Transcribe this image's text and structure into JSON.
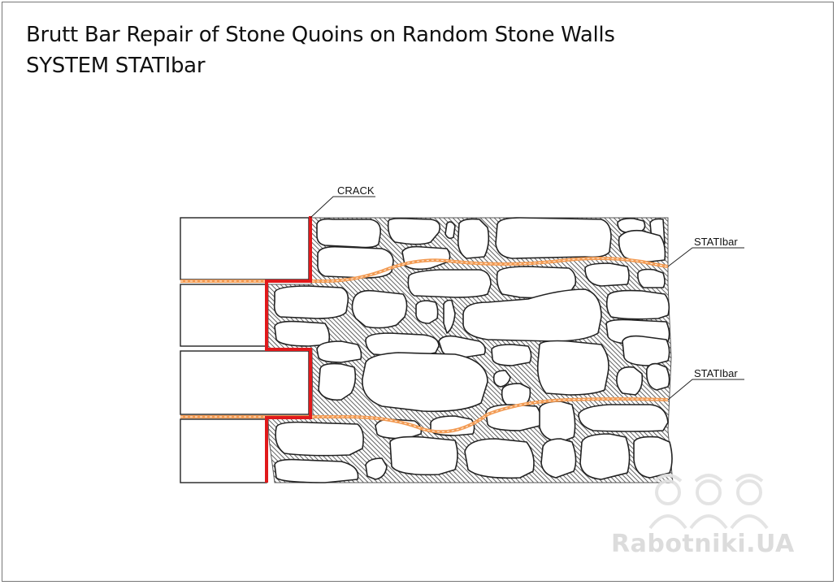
{
  "title": "Brutt Bar Repair of Stone Quoins on Random Stone Walls",
  "subtitle": "SYSTEM STATIbar",
  "labels": {
    "crack": "CRACK",
    "statibar_upper": "STATIbar",
    "statibar_lower": "STATIbar"
  },
  "watermark": "Rabotniki.UA",
  "colors": {
    "crack": "#e0191b",
    "statibar": "#f29a52",
    "mortar_hatch": "#333333",
    "stone": "#ffffff"
  }
}
